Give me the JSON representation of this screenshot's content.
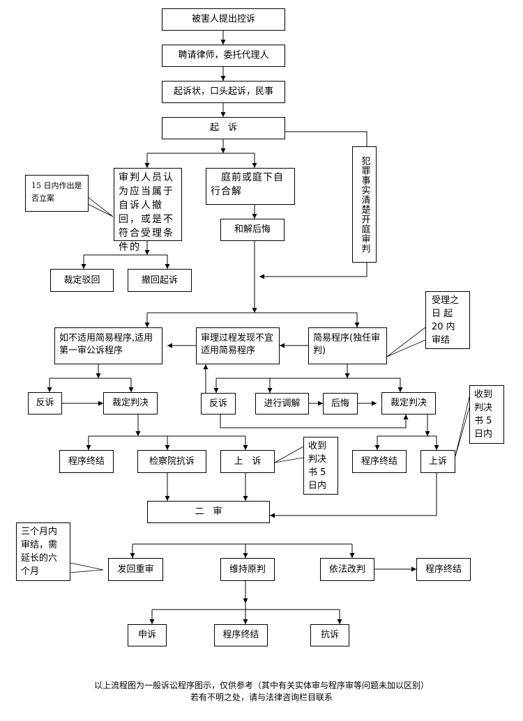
{
  "diagram": {
    "type": "flowchart",
    "title": "一般诉讼程序流程图",
    "nodes": {
      "victim_complaint": "被害人提出控诉",
      "hire_lawyer": "聘请律师，委托代理人",
      "filing_forms": "起诉状，口头起诉，民事",
      "prosecution": "起　诉",
      "judge_review": "审判人员认为应当属于自诉人撤回，或是不符合受理条件的",
      "settle": "　庭前或庭下自行合解",
      "criminal_facts": "犯罪事实清楚开庭审判",
      "settle_regret": "和解后悔",
      "ruling_reject": "裁定驳回",
      "withdraw": "撤回起诉",
      "ordinary_procedure": "如不适用简易程序,适用第一审公诉程序",
      "unsuitable_simple": "审理过程发现不宜适用简易程序",
      "simple_procedure": "简易程序(独任审判)",
      "counterclaim_1": "反诉",
      "judgment_1": "裁定判决",
      "counterclaim_2": "反诉",
      "mediation": "进行调解",
      "regret": "后悔",
      "judgment_2": "裁定判决",
      "terminate_1": "程序终结",
      "procuratorate_protest": "检察院抗诉",
      "appeal_1": "上　诉",
      "terminate_2": "程序终结",
      "appeal_2": "上诉",
      "second_instance": "二　审",
      "retrial": "发回重审",
      "uphold": "维持原判",
      "revise": "依法改判",
      "terminate_3": "程序终结",
      "petition": "申诉",
      "terminate_4": "程序终结",
      "protest": "抗诉"
    },
    "callouts": {
      "filing_deadline": "15 日内作出是否立案",
      "simple_deadline": "受理之日 起 20 内审结",
      "appeal_deadline_1": "收到判决书 5 日内",
      "appeal_deadline_2": "收到判决书 5 日内",
      "second_deadline": "三个月内审结，需延长的六个月"
    },
    "footnote": {
      "line1": "以上流程图为一般诉讼程序图示，仅供参考（其中有关实体审与程序审等问题未加以区别）",
      "line2": "若有不明之处，请与法律咨询栏目联系"
    }
  }
}
